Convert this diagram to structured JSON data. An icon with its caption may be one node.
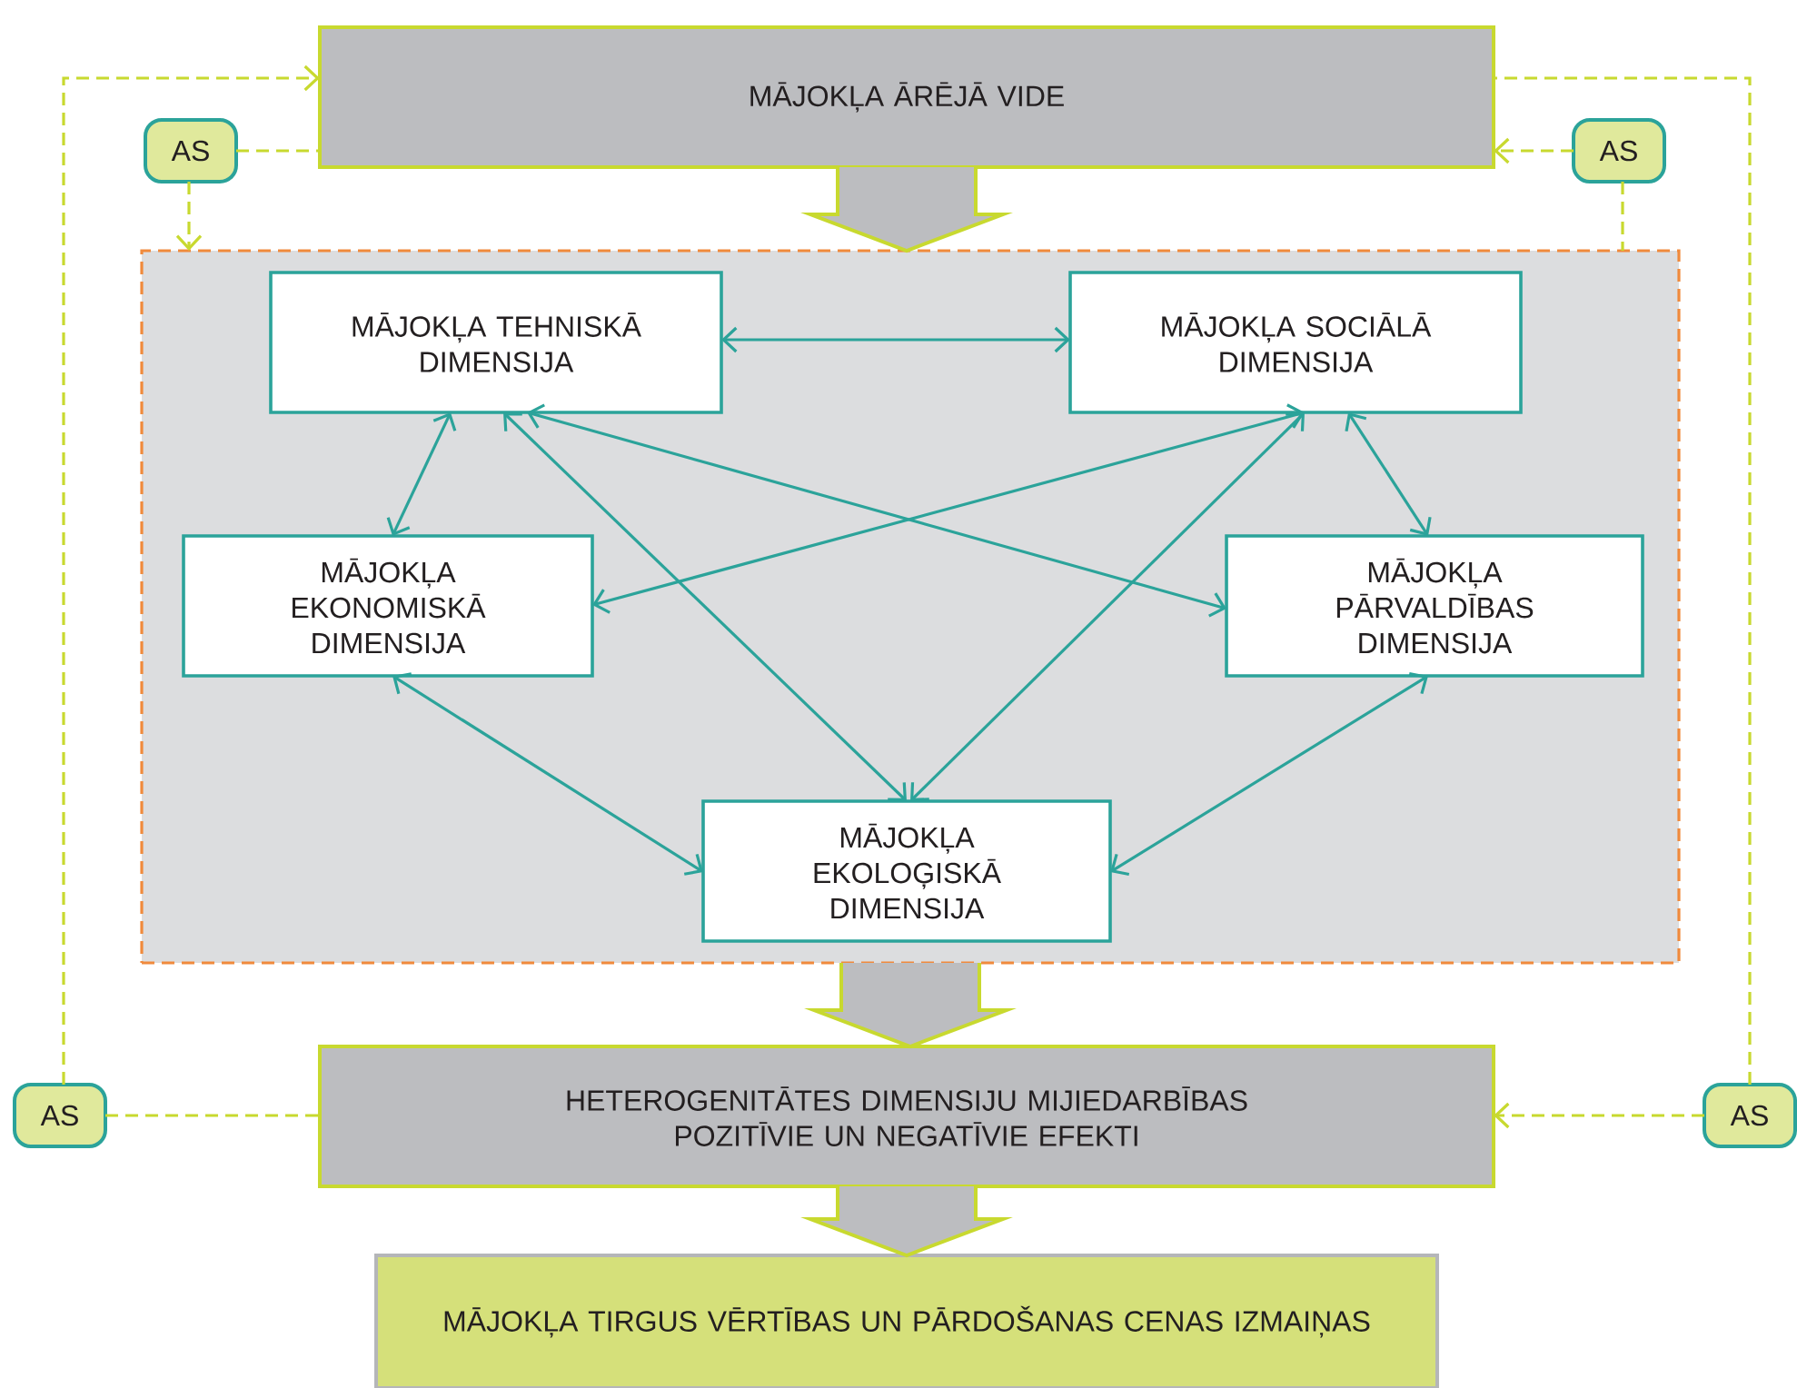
{
  "diagram": {
    "nodes": [
      {
        "text": [
          "MĀJOKĻA ĀRĒJĀ VIDE"
        ]
      },
      {
        "text": [],
        "shape": "box"
      },
      {
        "text": [
          "MĀJOKĻA TEHNISKĀ DIMENSIJA"
        ],
        "in": 1
      },
      {
        "text": [
          "MĀJOKĻA SOCIĀLĀ DIMENSIJA"
        ],
        "in": 1
      },
      {
        "text": [
          "MĀJOKĻA EKONOMISKĀ DIMENSIJA"
        ],
        "in": 1
      },
      {
        "text": [
          "MĀJOKĻA PĀRVALDĪBAS DIMENSIJA"
        ],
        "in": 1
      },
      {
        "text": [
          "MĀJOKĻA EKOLOĢISKĀ DIMENSIJA"
        ],
        "in": 1
      },
      {
        "text": [
          "HETEROGENITĀTES DIMENSIJU MIJIEDARBĪBAS POZITĪVIE UN NEGATĪVIE EFEKTI"
        ]
      },
      {
        "text": [
          "MĀJOKĻA TIRGUS VĒRTĪBAS UN PĀRDOŠANAS CENAS IZMAIŅAS"
        ]
      },
      {
        "text": [
          "AS"
        ]
      },
      {
        "text": [
          "AS"
        ]
      },
      {
        "text": [
          "AS"
        ]
      },
      {
        "text": [
          "AS"
        ]
      }
    ],
    "edges": [
      {
        "from": 2,
        "to": 3,
        "arrow": "both"
      },
      {
        "from": 2,
        "to": 4,
        "arrow": "both"
      },
      {
        "from": 2,
        "to": 6,
        "arrow": "both"
      },
      {
        "from": 2,
        "to": 5,
        "arrow": "both"
      },
      {
        "from": 3,
        "to": 4,
        "arrow": "both"
      },
      {
        "from": 3,
        "to": 6,
        "arrow": "both"
      },
      {
        "from": 3,
        "to": 5,
        "arrow": "both"
      },
      {
        "from": 4,
        "to": 6,
        "arrow": "both"
      },
      {
        "from": 5,
        "to": 6,
        "arrow": "both"
      },
      {
        "from": 0,
        "to": 1,
        "arrow": "to",
        "style": "thick",
        "color": "#bcbdc0"
      },
      {
        "from": 1,
        "to": 7,
        "arrow": "to",
        "style": "thick",
        "color": "#bcbdc0"
      },
      {
        "from": 7,
        "to": 8,
        "arrow": "to",
        "style": "thick",
        "color": "#bcbdc0"
      },
      {
        "from": 9,
        "to": 0,
        "arrow": "none",
        "style": "dashed",
        "color": "#c8d92f"
      },
      {
        "from": 9,
        "to": 1,
        "arrow": "to",
        "style": "dashed",
        "color": "#c8d92f"
      },
      {
        "from": 11,
        "to": 0,
        "arrow": "to",
        "style": "dashed",
        "color": "#c8d92f"
      },
      {
        "from": 11,
        "to": 7,
        "arrow": "none",
        "style": "dashed",
        "color": "#c8d92f"
      },
      {
        "from": 10,
        "to": 0,
        "arrow": "to",
        "style": "dashed",
        "color": "#c8d92f"
      },
      {
        "from": 10,
        "to": 1,
        "arrow": "none",
        "style": "dashed",
        "color": "#c8d92f"
      },
      {
        "from": 12,
        "to": 7,
        "arrow": "to",
        "style": "dashed",
        "color": "#c8d92f"
      },
      {
        "from": 12,
        "to": 0,
        "arrow": "none",
        "style": "dashed",
        "color": "#c8d92f"
      }
    ]
  }
}
